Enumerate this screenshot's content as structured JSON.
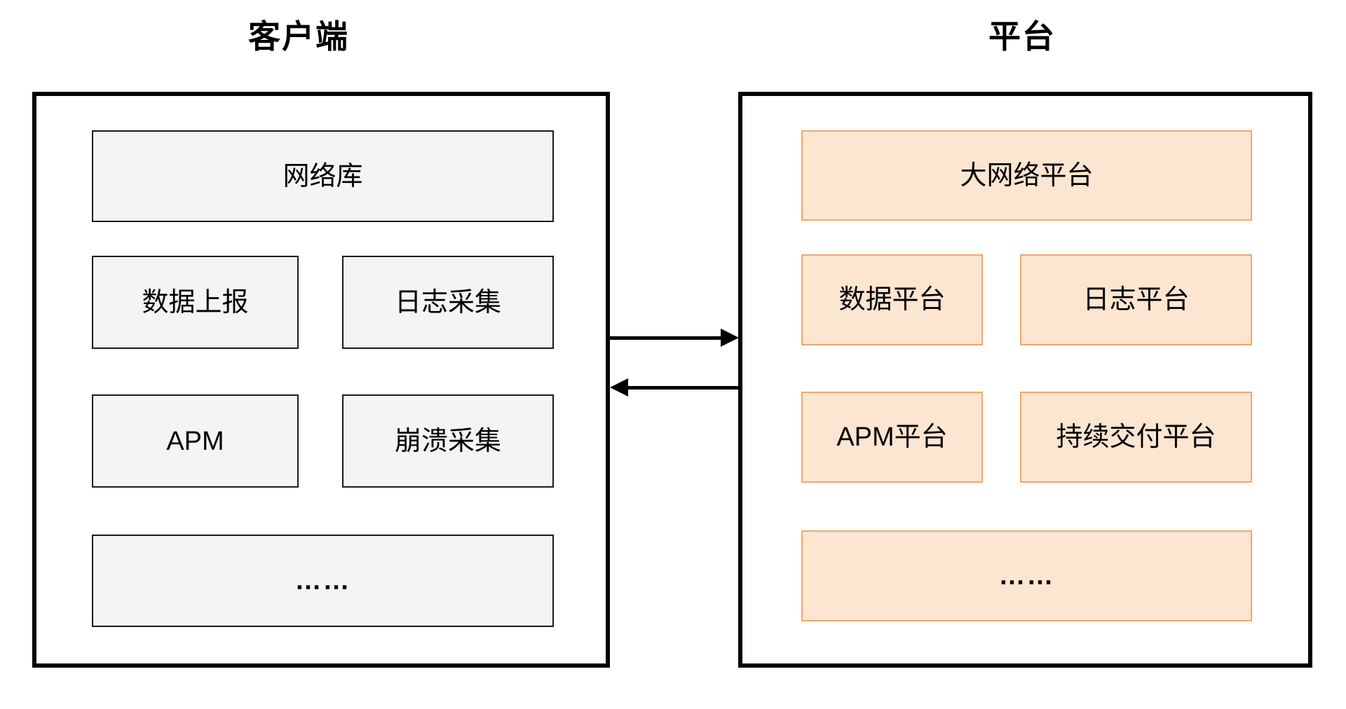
{
  "colors": {
    "canvas_bg": "#ffffff",
    "text_color": "#000000",
    "container_border": "#000000",
    "gray_fill": "#f4f4f4",
    "gray_border": "#1a1a1a",
    "orange_fill": "#fce5d1",
    "orange_border": "#f0a76b",
    "arrow_color": "#000000"
  },
  "client": {
    "title": "客户端",
    "boxes": [
      {
        "label": "网络库"
      },
      {
        "label": "数据上报"
      },
      {
        "label": "日志采集"
      },
      {
        "label": "APM"
      },
      {
        "label": "崩溃采集"
      },
      {
        "label": "……"
      }
    ]
  },
  "platform": {
    "title": "平台",
    "boxes": [
      {
        "label": "大网络平台"
      },
      {
        "label": "数据平台"
      },
      {
        "label": "日志平台"
      },
      {
        "label": "APM平台"
      },
      {
        "label": "持续交付平台"
      },
      {
        "label": "……"
      }
    ]
  },
  "arrows": [
    {
      "direction": "right",
      "from": "客户端",
      "to": "平台"
    },
    {
      "direction": "left",
      "from": "平台",
      "to": "客户端"
    }
  ]
}
